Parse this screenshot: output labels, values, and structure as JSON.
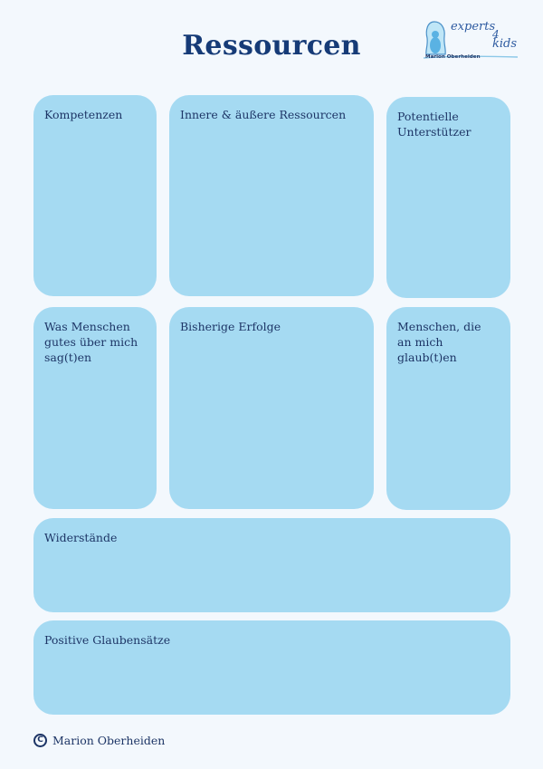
{
  "page": {
    "title": "Ressourcen"
  },
  "logo": {
    "line1": "experts",
    "line2": "4",
    "line3": "kids",
    "name": "Marion Oberheiden"
  },
  "boxes": {
    "kompetenzen": "Kompetenzen",
    "innere_aeussere": "Innere & äußere Ressourcen",
    "unterstuetzer": "Potentielle\nUnterstützer",
    "was_menschen": "Was Menschen\ngutes über mich\nsag(t)en",
    "erfolge": "Bisherige Erfolge",
    "menschen_glauben": "Menschen, die\nan mich\nglaub(t)en",
    "widerstaende": "Widerstände",
    "glaubensaetze": "Positive Glaubensätze"
  },
  "footer": {
    "copyright_symbol": "C",
    "author": "Marion Oberheiden"
  },
  "colors": {
    "background": "#f3f8fd",
    "box_fill": "#a5daf2",
    "title": "#163b77",
    "text": "#1d3566"
  }
}
